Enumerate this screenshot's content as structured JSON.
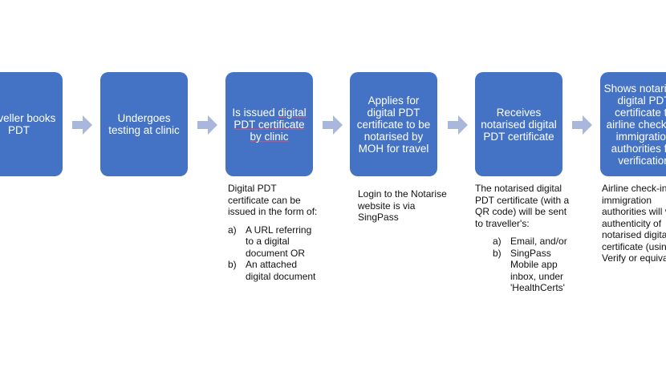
{
  "colors": {
    "box": "#4472c4",
    "arrow": "#a9b7dc",
    "text": "#111111"
  },
  "steps": [
    {
      "label": "Traveller books PDT"
    },
    {
      "label": "Undergoes testing at clinic"
    },
    {
      "label_pre": "Is issued ",
      "label_ul": "digital PDT certificate by clinic",
      "note": "Digital PDT certificate can be issued in the form of:",
      "items": [
        {
          "marker": "a)",
          "text": "A URL referring to a digital document OR"
        },
        {
          "marker": "b)",
          "text": "An attached digital document"
        }
      ]
    },
    {
      "label": "Applies for digital PDT certificate to be notarised by MOH for travel",
      "note": "Login to the Notarise website is via SingPass"
    },
    {
      "label": "Receives notarised digital PDT certificate",
      "note": "The notarised digital PDT certificate (with a QR code) will be sent to traveller's:",
      "items": [
        {
          "marker": "a)",
          "text": "Email, and/or"
        },
        {
          "marker": "b)",
          "text": "SingPass Mobile app inbox, under 'HealthCerts'"
        }
      ]
    },
    {
      "label": "Shows notarised digital PDT certificate to airline check-in/ immigration authorities for verification",
      "note": "Airline check-in/ immigration authorities will verify authenticity of notarised digital PDT certificate (using Verify or equivalent)"
    }
  ]
}
